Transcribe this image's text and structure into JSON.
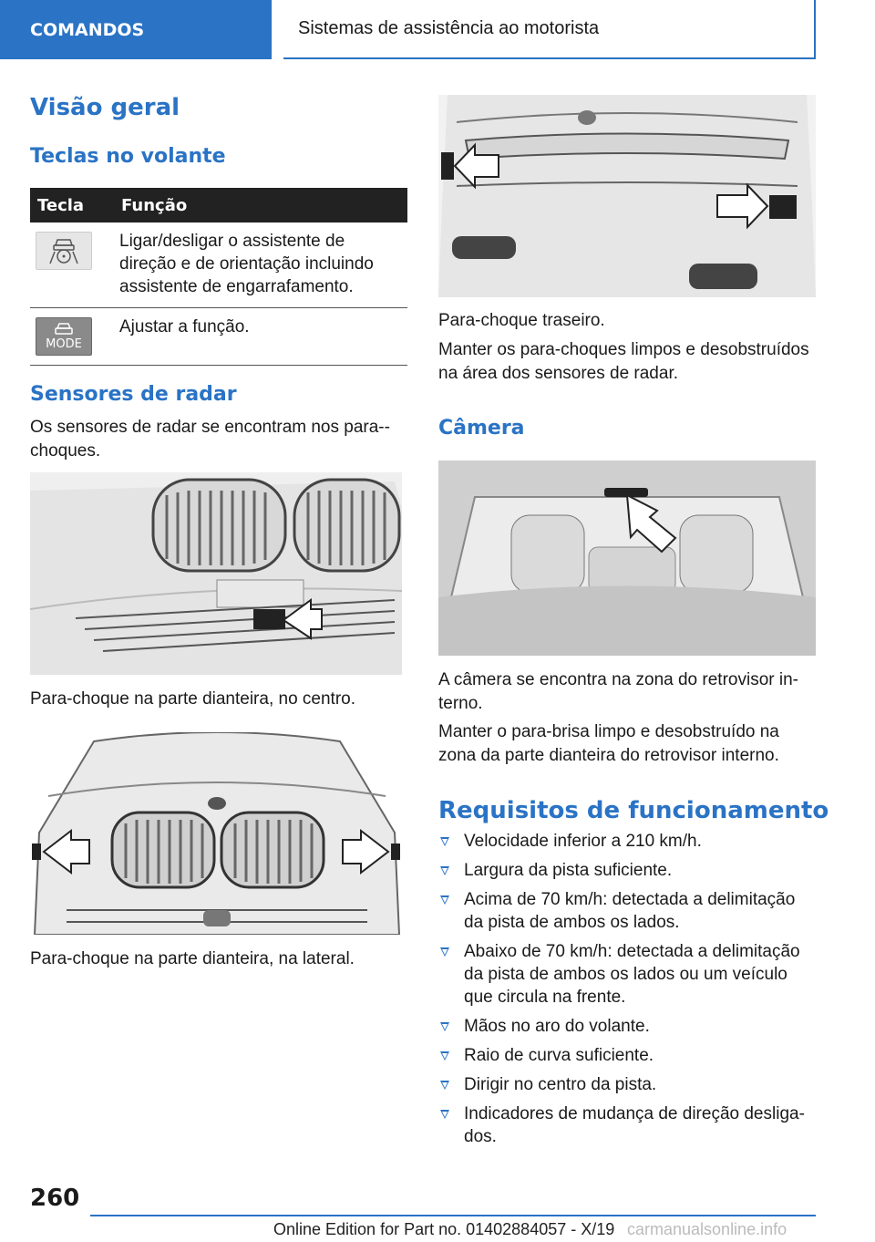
{
  "header": {
    "chapter": "COMANDOS",
    "section": "Sistemas de assistência ao motorista"
  },
  "overview": {
    "title": "Visão geral",
    "keys_heading": "Teclas no volante",
    "table": {
      "col_key": "Tecla",
      "col_function": "Função",
      "rows": [
        {
          "key_icon": "lane-assist-steering-icon",
          "function": "Ligar/desligar o assistente de direção e de orientação incluindo assistente de engarrafamento."
        },
        {
          "key_icon": "mode-button-icon",
          "key_label": "MODE",
          "function": "Ajustar a função."
        }
      ]
    }
  },
  "radar": {
    "heading": "Sensores de radar",
    "text": "Os sensores de radar se encontram nos para--choques.",
    "caption_front_center": "Para-choque na parte dianteira, no centro.",
    "caption_front_side": "Para-choque na parte dianteira, na lateral.",
    "caption_rear": "Para-choque traseiro.",
    "text_clean": "Manter os para-choques limpos e desobstruídos na área dos sensores de radar."
  },
  "camera": {
    "heading": "Câmera",
    "text_location": "A câmera se encontra na zona do retrovisor in-terno.",
    "text_clean": "Manter o para-brisa limpo e desobstruído na zona da parte dianteira do retrovisor interno."
  },
  "requirements": {
    "heading": "Requisitos de funcionamento",
    "items": [
      "Velocidade inferior a 210 km/h.",
      "Largura da pista suficiente.",
      "Acima de 70 km/h: detectada a delimitação da pista de ambos os lados.",
      "Abaixo de 70 km/h: detectada a delimitação da pista de ambos os lados ou um veículo que circula na frente.",
      "Mãos no aro do volante.",
      "Raio de curva suficiente.",
      "Dirigir no centro da pista.",
      "Indicadores de mudança de direção desliga-dos."
    ]
  },
  "footer": {
    "page_number": "260",
    "edition": "Online Edition for Part no. 01402884057 - X/19",
    "watermark": "carmanualsonline.info"
  },
  "colors": {
    "accent": "#2a73c5",
    "table_header": "#222222"
  }
}
